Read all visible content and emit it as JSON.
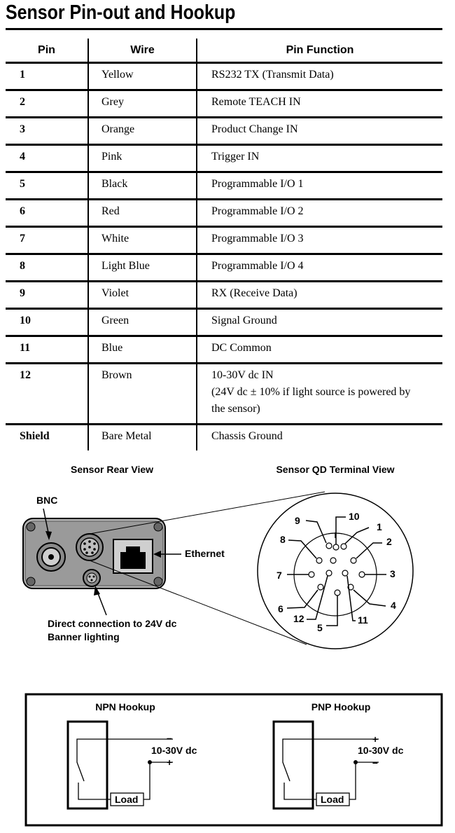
{
  "title": "Sensor Pin-out and Hookup",
  "table": {
    "headers": [
      "Pin",
      "Wire",
      "Pin Function"
    ],
    "rows": [
      {
        "pin": "1",
        "wire": "Yellow",
        "function": "RS232 TX (Transmit Data)"
      },
      {
        "pin": "2",
        "wire": "Grey",
        "function": "Remote TEACH IN"
      },
      {
        "pin": "3",
        "wire": "Orange",
        "function": "Product Change IN"
      },
      {
        "pin": "4",
        "wire": "Pink",
        "function": "Trigger IN"
      },
      {
        "pin": "5",
        "wire": "Black",
        "function": "Programmable I/O 1"
      },
      {
        "pin": "6",
        "wire": "Red",
        "function": "Programmable I/O 2"
      },
      {
        "pin": "7",
        "wire": "White",
        "function": "Programmable I/O 3"
      },
      {
        "pin": "8",
        "wire": "Light Blue",
        "function": "Programmable I/O 4"
      },
      {
        "pin": "9",
        "wire": "Violet",
        "function": "RX (Receive Data)"
      },
      {
        "pin": "10",
        "wire": "Green",
        "function": "Signal Ground"
      },
      {
        "pin": "11",
        "wire": "Blue",
        "function": "DC Common"
      },
      {
        "pin": "12",
        "wire": "Brown",
        "function": "10-30V dc IN",
        "function_line2": "(24V dc ± 10% if light source is powered by",
        "function_line3": "the sensor)"
      },
      {
        "pin": "Shield",
        "wire": "Bare Metal",
        "function": "Chassis Ground"
      }
    ]
  },
  "rear_view": {
    "heading": "Sensor Rear View",
    "bnc_label": "BNC",
    "ethernet_label": "Ethernet",
    "lighting_line1": "Direct connection to 24V dc",
    "lighting_line2": "Banner lighting"
  },
  "terminal_view": {
    "heading": "Sensor QD Terminal View",
    "pin_labels": [
      "1",
      "2",
      "3",
      "4",
      "5",
      "6",
      "7",
      "8",
      "9",
      "10",
      "11",
      "12"
    ]
  },
  "hookup": {
    "npn_heading": "NPN Hookup",
    "pnp_heading": "PNP Hookup",
    "supply_label": "10-30V dc",
    "load_label": "Load",
    "minus": "–",
    "plus": "+"
  }
}
